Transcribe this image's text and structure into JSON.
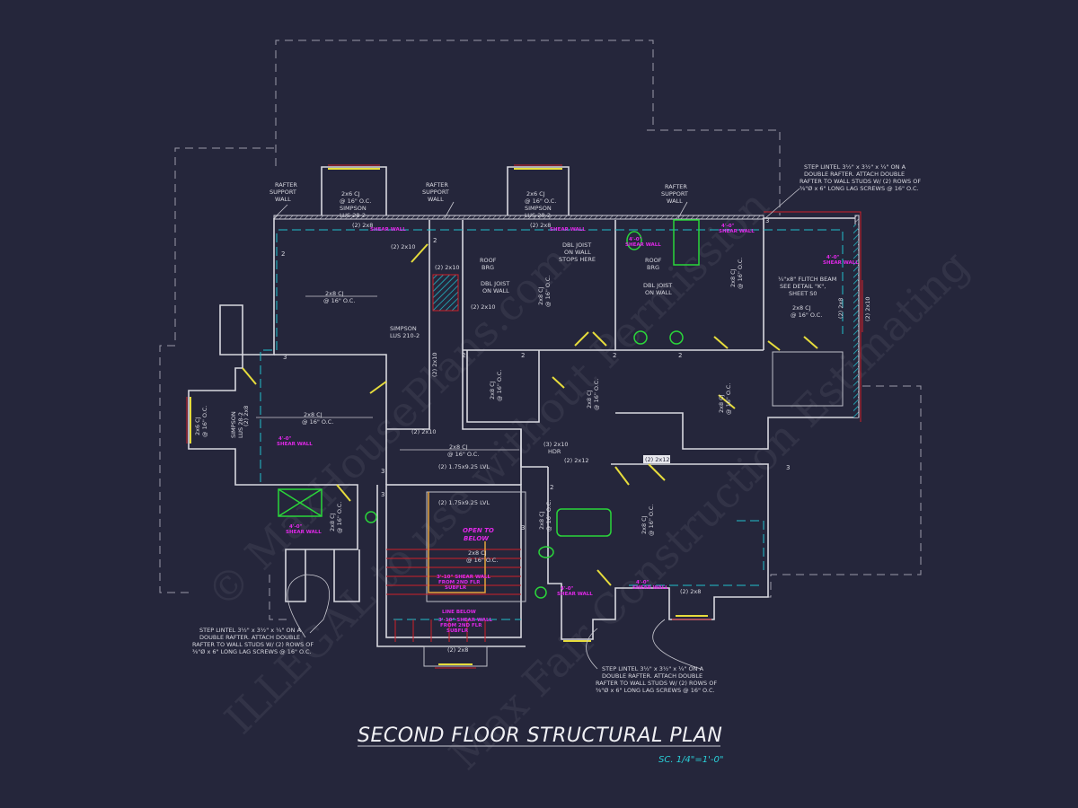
{
  "title": "SECOND FLOOR STRUCTURAL PLAN",
  "scale": "SC. 1/4\"=1'-0\"",
  "watermarks": [
    "© MaxHousePlans.com",
    "ILLEGAL to use without Permission",
    "Max Fair Construction Estimating"
  ],
  "colors": {
    "background": "#25263b",
    "walls": "#d8d8e0",
    "shear_wall": "#e028e8",
    "lintel": "#d0202a",
    "ceiling_line": "#21c0cc",
    "door": "#e6dc3c",
    "fixture": "#2ad63a"
  },
  "notes": {
    "step_lintel_top": [
      "STEP LINTEL 3½\" x 3½\" x ¼\" ON A",
      "DOUBLE RAFTER. ATTACH DOUBLE",
      "RAFTER TO WALL STUDS W/ (2) ROWS OF",
      "⅜\"Ø x 6\" LONG LAG SCREWS @ 16\" O.C."
    ],
    "step_lintel_left": [
      "STEP LINTEL 3½\" x 3½\" x ¼\" ON A",
      "DOUBLE RAFTER. ATTACH DOUBLE",
      "RAFTER TO WALL STUDS W/ (2) ROWS OF",
      "⅜\"Ø x 6\" LONG LAG SCREWS @ 16\" O.C."
    ],
    "step_lintel_bottom": [
      "STEP LINTEL 3½\" x 3½\" x ¼\" ON A",
      "DOUBLE RAFTER. ATTACH DOUBLE",
      "RAFTER TO WALL STUDS W/ (2) ROWS OF",
      "⅜\"Ø x 6\" LONG LAG SCREWS @ 16\" O.C."
    ],
    "rafter_support": [
      "RAFTER",
      "SUPPORT",
      "WALL"
    ],
    "cj_2x6": [
      "2x6 CJ",
      "@ 16\" O.C."
    ],
    "cj_2x8": [
      "2x8 CJ",
      "@ 16\" O.C."
    ],
    "simpson_lus28": [
      "SIMPSON",
      "LUS 28-2"
    ],
    "simpson_lus210": [
      "SIMPSON",
      "LUS 210-2"
    ],
    "header_2_2x8": "(2) 2x8",
    "header_2_2x10": "(2) 2x10",
    "header_3_2x10": [
      "(3) 2x10",
      "HDR"
    ],
    "header_2_2x12": "(2) 2x12",
    "lvl": "(2) 1.75x9.25 LVL",
    "roof_brg": [
      "ROOF",
      "BRG"
    ],
    "dbl_joist": [
      "DBL JOIST",
      "ON WALL"
    ],
    "dbl_joist_stops": [
      "DBL JOIST",
      "ON WALL",
      "STOPS HERE"
    ],
    "flitch_beam": [
      "¼\"x8\" FLITCH BEAM",
      "SEE DETAIL \"K\",",
      "SHEET S0"
    ],
    "open_to_below": [
      "OPEN TO",
      "BELOW"
    ],
    "shear_wall": [
      "4'-0\"",
      "SHEAR WALL"
    ],
    "shear_wall_stair": [
      "3'-10\" SHEAR WALL",
      "FROM 2ND FLR",
      "SUBFLR"
    ],
    "line_label": "LINE BELOW",
    "nums": [
      "2",
      "3"
    ]
  }
}
